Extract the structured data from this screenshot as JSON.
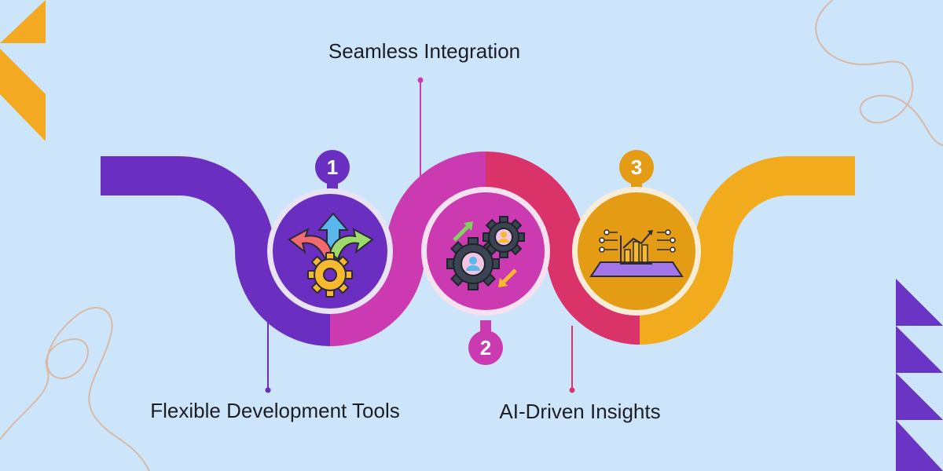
{
  "steps": [
    {
      "number": "1",
      "label": "Flexible Development Tools",
      "color": "#6a2fc0",
      "icon": "branching-arrows-gear-icon"
    },
    {
      "number": "2",
      "label": "Seamless Integration",
      "color": "#cc3ab1",
      "icon": "gears-with-users-icon"
    },
    {
      "number": "3",
      "label": "AI-Driven Insights",
      "color": "#e39c14",
      "icon": "analytics-chart-platform-icon"
    }
  ],
  "colors": {
    "background": "#cde5fb",
    "purple": "#6a2fc0",
    "magenta": "#cc3ab1",
    "crimson": "#d9336a",
    "gold": "#f1ab1c",
    "accent_orange": "#f3aa22"
  }
}
